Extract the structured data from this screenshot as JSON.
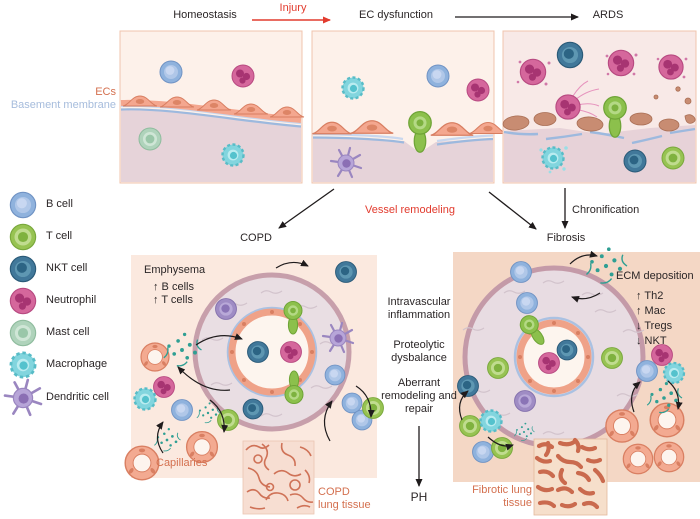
{
  "figure": {
    "flow": {
      "homeostasis": "Homeostasis",
      "injury": "Injury",
      "ec_dysfunction": "EC dysfunction",
      "ards": "ARDS",
      "vessel_remodeling": "Vessel remodeling",
      "chronification": "Chronification",
      "copd": "COPD",
      "fibrosis": "Fibrosis",
      "ph": "PH"
    },
    "vessel_labels": {
      "ecs": "ECs",
      "basement_membrane": "Basement membrane"
    },
    "legend": {
      "items": [
        {
          "name": "b-cell",
          "label": "B cell",
          "color": "#8fb2dd"
        },
        {
          "name": "t-cell",
          "label": "T cell",
          "color": "#97c352"
        },
        {
          "name": "nkt-cell",
          "label": "NKT cell",
          "color": "#41789a"
        },
        {
          "name": "neutrophil",
          "label": "Neutrophil",
          "color": "#d5679c"
        },
        {
          "name": "mast-cell",
          "label": "Mast cell",
          "color": "#afd3bb"
        },
        {
          "name": "macrophage",
          "label": "Macrophage",
          "color": "#82d5de"
        },
        {
          "name": "dendritic-cell",
          "label": "Dendritic cell",
          "color": "#b7a5d8"
        }
      ]
    },
    "copd": {
      "emphysema": "Emphysema",
      "b_cells": "↑ B cells",
      "t_cells": "↑ T cells",
      "capillaries": "Capillaries",
      "tissue": "COPD lung tissue"
    },
    "fibrosis": {
      "ecm": "ECM deposition",
      "th2": "↑ Th2",
      "mac": "↑ Mac",
      "tregs": "↓ Tregs",
      "nkt": "↓ NKT",
      "tissue": "Fibrotic lung tissue"
    },
    "middle": {
      "intravascular": "Intravascular inflammation",
      "proteolytic": "Proteolytic dysbalance",
      "aberrant": "Aberrant remodeling and repair"
    },
    "accent_colors": {
      "red": "#e23b2e",
      "salmon_label": "#d4704f",
      "membrane_blue": "#a6bcdc",
      "ecm_dots": "#2f9f93"
    }
  }
}
